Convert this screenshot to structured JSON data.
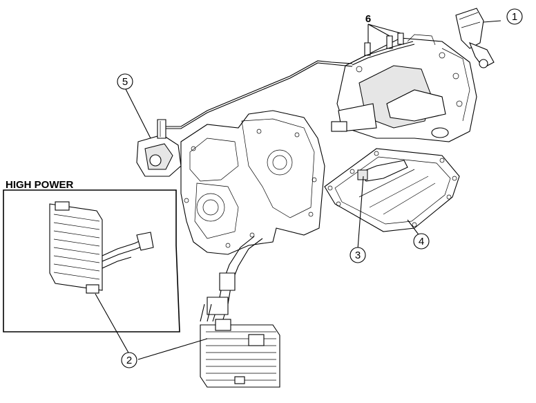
{
  "diagram": {
    "inset_label": "HIGH POWER",
    "callouts": [
      {
        "id": "1",
        "label": "1"
      },
      {
        "id": "2",
        "label": "2"
      },
      {
        "id": "3",
        "label": "3"
      },
      {
        "id": "4",
        "label": "4"
      },
      {
        "id": "5",
        "label": "5"
      },
      {
        "id": "6",
        "label": "6"
      }
    ]
  }
}
